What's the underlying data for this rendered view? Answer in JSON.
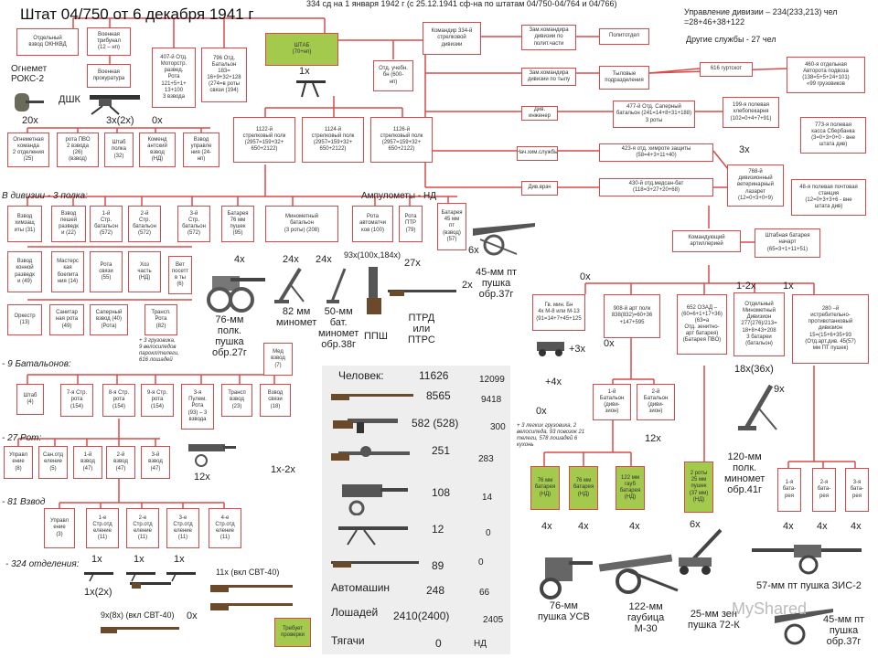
{
  "header": {
    "title": "Штат 04/750 от 6 декабря 1941 г",
    "top_note": "334 сд на 1 января 1942 г (с 25.12.1941 сф-на по штатам 04/750-04/764 и 04/766)",
    "mgmt": "Управление дивизии – 234(233,213) чел\n=28+46+38+122",
    "other": "Другие службы - 27 чел"
  },
  "left": {
    "rox_label": "Огнемет\nРОКС-2",
    "dshk_label": "ДШК",
    "rox_count": "20х",
    "dshk_count": "3х(2х)",
    "zero": "0х"
  },
  "labels": {
    "regiments": "В дивизии - 3 полка:",
    "battalions": "- 9 Батальонов:",
    "companies": "- 27 Рот:",
    "platoons": "- 81 Взвод",
    "squads": "- 324 отделения:",
    "ampulomety": "Ампулометы - НД"
  },
  "boxes": {
    "b1": "Отдельный\nвзвод ОКНКВД",
    "b2": "Военная\nтрибунал\n(12 – нп)",
    "b3": "Военная\nпрокуратура",
    "b4": "407-й Отд.\nМоторстр.\nразвед.\nРота\n121+5+1+\n13+100\n3 взвода",
    "b5": "796 Отд.\nБатальон\n183=\n16+9+32+128\n(274=в роты\nсвязи (194)",
    "shtab": "ШТАБ\n(70+нп)",
    "komdiv": "Командир 334-й\nстрелковой\nдивизии",
    "zam_pol": "Зам.командира\nдивизии по\nполит.части",
    "politotdel": "Политотдел",
    "zam_tyl": "Зам.командира\nдивизии по тылу",
    "tyl_pod": "Тыловые\nподразделения",
    "gurt": "616 гуртскот",
    "auto": "460-я отдельная\nАвторота подвоза\n(138=5+5+24+101)\n«99 грузовиков",
    "ucheb": "Отд. учебн.\nбн (600-\nнп)",
    "div_eng": "Див. инженер",
    "saper": "477-й Отд. Саперный\nбатальон (241=14+8+31+188)\n3 роты",
    "hleb": "199-я полевая\nхлебопекарня\n(102=0+4+7+91)",
    "kassa": "773-я полевая\nкасса Сбербанка\n(3=0+3+0+0 - вне\nштата див)",
    "himsl": "Нач.хим.службы",
    "himzash": "423-я отд. химроте защиты\n(58=4+3+11+40)",
    "lazaret": "768-й\nдивизионный\nветеринарный\nлазарет\n(12=0+3+0+9)",
    "divvrach": "Див.врач",
    "medsan": "430-й отд.медсан-бат\n(118=3+27+20+68)",
    "pochta": "48-я полевая почтовая\nстанция\n(12=0+3+3+6 - вне\nштата див)",
    "rp1122": "1122-й\nстрелковый полк\n(2957=159+32+\n650+2122)",
    "rp1124": "1124-й\nстрелковый полк\n(2957=159+32+\n650+2122)",
    "rp1126": "1126-й\nстрелковый полк\n(2957=159+32+\n650+2122)",
    "ognemet": "Огнеметная\nкоманда\n2 отделения\n(25)",
    "pvo": "рота ПВО\n2 взвода\n(26)\n(взвод)",
    "shtabpolka": "Штаб\nполка\n(32)",
    "komvzv": "Коменд\nантский\nвзвод\n(НД)",
    "vzuprav": "Взвод\nуправле\nния (24-\nнп)",
    "himvzv": "Взвод\nхимзащ\nиты (31)",
    "peshrazv": "Взвод\nпешей\nразведк\nи (22)",
    "stb1": "1-й\nСтр.\nбатальон\n(572)",
    "stb2": "2-й\nСтр.\nбатальон\n(572)",
    "stb3": "3-й\nСтр.\nбатальон\n(572)",
    "bat76": "Батарея\n76 мм\nпушек\n(95)",
    "minbat": "Минометный\nбатальон\n(3 роты) (208)",
    "rotaavt": "Рота\nавтоматчи\nков (100)",
    "rotaptr": "Рота\nПТР\n(79)",
    "bat45": "Батарея\n45 мм\nпт\n(взвод)\n(57)",
    "konrazv": "Взвод\nконной\nразведк\nи (49)",
    "masterskie": "Мастерс\nкая\nбоепита\nния (14)",
    "rotasv": "Рота\nсвязи\n(55)",
    "hozch": "Хоз\nчасть\n(НД)",
    "vetpost": "Вет\nпосетт\nв ты\n(6)",
    "orkestr": "Оркестр\n(13)",
    "sanrota": "Санитар\nная рота\n(49)",
    "sapvzv": "Саперный\nвзвод (40)\n(Рота)",
    "transpr": "Трансп.\nРота\n(82)",
    "medvzv": "Мед\nвзвод\n(7)",
    "sb_shtab": "Штаб\n(4)",
    "sb_r7": "7-я Стр.\nрота\n(154)",
    "sb_r8": "8-я Стр.\nрота\n(154)",
    "sb_r9": "9-я Стр.\nрота\n(154)",
    "sb_pul": "3-я\nПулем.\nРота\n(93) – 3\nвзвода",
    "sb_trans": "Трансп\nвзвод\n(23)",
    "sb_svyaz": "Взвод\nсвязи\n(18)",
    "rt_upr": "Управл\nение\n(8)",
    "rt_san": "Сан.отд\nеление\n(5)",
    "rt_v1": "1-й\nвзвод\n(47)",
    "rt_v2": "2-й\nвзвод\n(47)",
    "rt_v3": "3-й\nвзвод\n(47)",
    "vz_upr": "Управл\nение\n(3)",
    "vz_o1": "1-е\nСтр.отд\nеление\n(11)",
    "vz_o2": "2-е\nСтр.отд\nеление\n(11)",
    "vz_o3": "3-е\nСтр.отд\nеление\n(11)",
    "vz_o4": "4-е\nСтр.отд\nеление\n(11)",
    "treb": "Требует\nпроверки",
    "komart": "Командующий\nартиллерией",
    "shtabbat": "Штабная батарея\nначарт\n(65=3+1+11+51)",
    "gap": "Гв. мин. Бн\n4х М-8 или М-13\n(91=14+7+45+125",
    "ap908": "908-й арт полк\n838(832)=60+36\n+147+595",
    "ozad": "652 ОЗАД –\n(60=6+1+17+36)\n(63=а\nОтд. зенитно-\nарт батарея)\n(Батарея ПВО)",
    "omin": "Отдельный\nМинометный\nДивизион\n277(276)/213=\n18+8+43+208\n3 батареи\n(батальон)",
    "iptd": "280 –й\nистребительно-\nпротивотанковый\nдивизион\n15=(15+6+35+93\n(Отд.арт.див. 45(57)\nмм ПТ пушек)",
    "div1": "1-й\nБатальон\n(диви-\nзион)",
    "div2": "2-й\nБатальон\n(диви-\nзион)",
    "art_b1": "76 мм\nбатарея\n(НД)",
    "art_b2": "76 мм\nбатарея\n(НД)",
    "art_b3": "122 мм\nгауб\nбатарея\n(НД)",
    "zen_b": "2 роты\n25 мм\nпушек\n(37 мм)\n(НД)",
    "pt_b1": "1-я\nбата-\nрея",
    "pt_b2": "2-я\nбата-\nрея",
    "pt_b3": "3-я\nбата-\nрея"
  },
  "notes": {
    "reg_note": "+ 3 грузовика,\n9 велосипедов\nпарокл/телеги,\n616 лошадей",
    "art_note": "+ 3 легких грузовика, 2\nвелосипеда, 93 повозок 21\nтелеги, 578 лошадей 6\nкухонь"
  },
  "weapons": {
    "w76": "76-мм\nполк.\nпушка\nобр.27г",
    "w76_cnt": "4х",
    "w82": "82 мм\nминомет",
    "w82_cnt": "24х",
    "w50": "50-мм\nбат.\nминомет\nобр.38г",
    "w50_cnt": "24х",
    "ppsh": "ППШ",
    "ppsh_cnt": "93х(100х,184х)",
    "ptrd": "ПТРД\nили\nПТРС",
    "ptrd_cnt": "27х",
    "w45": "45-мм пт\nпушка\nобр.37г",
    "w45_6x": "6х",
    "w45_2x": "2х",
    "dshk2": "1х",
    "max_cnt": "12х",
    "max_cnt2": "1х-2х",
    "sq_1x_a": "1х",
    "sq_1x_b": "1х",
    "sq_1x_c": "1х",
    "sq_1x2x": "1х(2х)",
    "svt": "11х (вкл СВТ-40)",
    "svt9": "9х(8х) (вкл СВТ-40)",
    "sq_0x": "0х",
    "w120": "120-мм\nполк.\nминомет\nобр.41г",
    "w120_cnt": "18х(36х)",
    "w120_9x": "9х",
    "art_12x": "12х",
    "art_0x1": "0х",
    "art_0x2": "0х",
    "art_0x3": "0х",
    "art_3x": "+3х",
    "art_4x": "+4х",
    "r_12x": "1-2х",
    "r_1x": "1х",
    "uvs": "76-мм\nпушка УСВ",
    "m30": "122-мм\nгаубица\nМ-30",
    "k72": "25-мм зен\nпушка 72-К",
    "zis2": "57-мм пт пушка ЗИС-2",
    "p37": "45-мм пт\nпушка\nобр.37г",
    "c4a": "4х",
    "c4b": "4х",
    "c4c": "4х",
    "c6": "6х",
    "c4d": "4х",
    "c4e": "4х",
    "c4f": "4х",
    "c3": "3х",
    "watermark": "MyShared"
  },
  "stats": {
    "people_label": "Человек:",
    "people": "11626",
    "people_r": "12099",
    "s2": "8565",
    "s2_r": "9418",
    "s3": "582 (528)",
    "s3_r": "300",
    "s4": "251",
    "s4_r": "283",
    "s5": "108",
    "s5_r": "14",
    "s6": "12",
    "s6_r": "0",
    "s7": "89",
    "s7_r": "0",
    "cars_label": "Автомашин",
    "cars": "248",
    "cars_r": "66",
    "horses_label": "Лошадей",
    "horses": "2410(2400)",
    "horses_r": "2405",
    "trac_label": "Тягачи",
    "trac": "0",
    "trac_r": "НД"
  },
  "colors": {
    "box_border": "#d84a4a",
    "line": "#d84a4a",
    "green": "#a3c94d",
    "stats_bg": "#eeeeee"
  }
}
